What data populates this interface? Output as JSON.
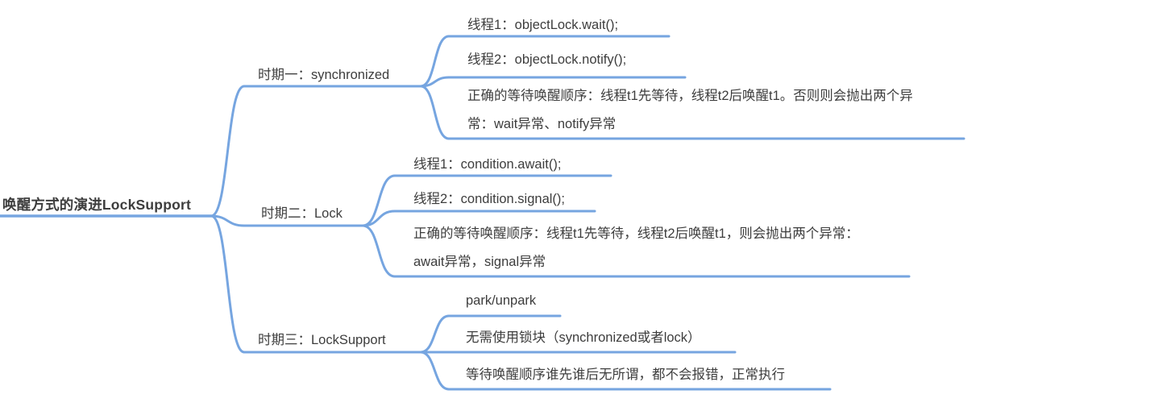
{
  "diagram": {
    "type": "mindmap",
    "accent_color": "#76a5e0",
    "text_color": "#3d3d3d",
    "root": {
      "label": "唤醒方式的演进LockSupport"
    },
    "branches": [
      {
        "label": "时期一：synchronized",
        "children": [
          {
            "text": "线程1：objectLock.wait();"
          },
          {
            "text": "线程2：objectLock.notify();"
          },
          {
            "text": "正确的等待唤醒顺序：线程t1先等待，线程t2后唤醒t1。否则则会抛出两个异\n常：wait异常、notify异常"
          }
        ]
      },
      {
        "label": "时期二：Lock",
        "children": [
          {
            "text": "线程1：condition.await();"
          },
          {
            "text": "线程2：condition.signal();"
          },
          {
            "text": "正确的等待唤醒顺序：线程t1先等待，线程t2后唤醒t1，则会抛出两个异常：\nawait异常，signal异常"
          }
        ]
      },
      {
        "label": "时期三：LockSupport",
        "children": [
          {
            "text": "park/unpark"
          },
          {
            "text": "无需使用锁块（synchronized或者lock）"
          },
          {
            "text": "等待唤醒顺序谁先谁后无所谓，都不会报错，正常执行"
          }
        ]
      }
    ]
  }
}
